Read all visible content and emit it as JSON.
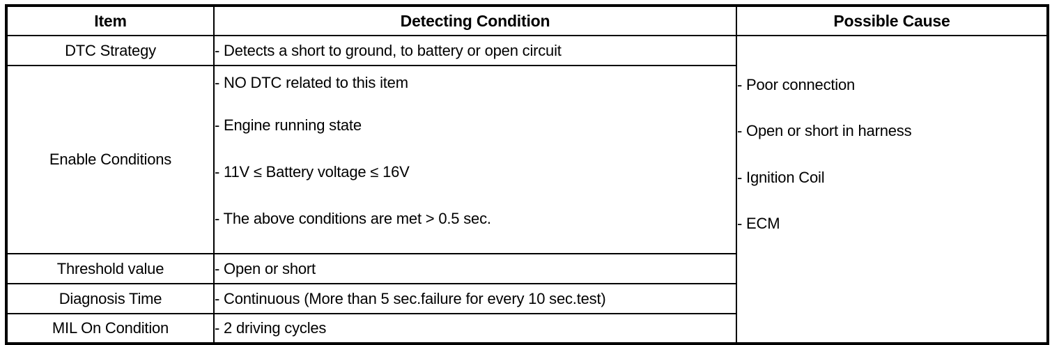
{
  "table": {
    "headers": {
      "item": "Item",
      "detecting_condition": "Detecting Condition",
      "possible_cause": "Possible Cause"
    },
    "rows": [
      {
        "item": "DTC Strategy",
        "detect_lines": [
          "-  Detects a short to ground, to battery or open circuit"
        ]
      },
      {
        "item": "Enable Conditions",
        "detect_lines": [
          "-  NO DTC related to this item",
          "-  Engine running state",
          "-  11V ≤ Battery voltage ≤ 16V",
          "-  The above conditions are met > 0.5 sec."
        ]
      },
      {
        "item": "Threshold value",
        "detect_lines": [
          "-  Open or short"
        ]
      },
      {
        "item": "Diagnosis Time",
        "detect_lines": [
          "-  Continuous (More than 5 sec.failure for every 10 sec.test)"
        ]
      },
      {
        "item": "MIL On Condition",
        "detect_lines": [
          "-  2 driving cycles"
        ]
      }
    ],
    "possible_causes": [
      "-  Poor connection",
      "-  Open or short in harness",
      "-  Ignition Coil",
      "-  ECM"
    ],
    "colors": {
      "border": "#000000",
      "text": "#000000",
      "background": "#ffffff"
    }
  }
}
